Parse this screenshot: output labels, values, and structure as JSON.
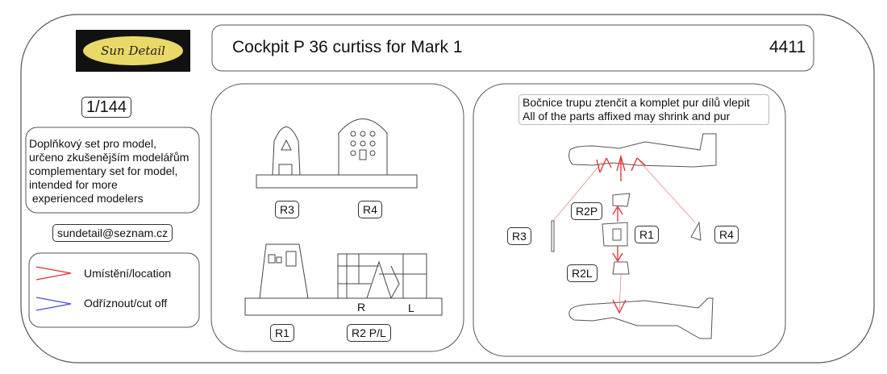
{
  "logo": {
    "text": "Sun Detail",
    "bg": "#111111",
    "plate": "#e9d968"
  },
  "header": {
    "title": "Cockpit P 36 curtiss for Mark 1",
    "code": "4411"
  },
  "scale": "1/144",
  "description": [
    "Doplňkový set pro model,",
    "určeno zkušenějším modelářům",
    "complementary set for model,",
    "intended for more",
    " experienced modelers"
  ],
  "email": "sundetail@seznam.cz",
  "legend": [
    {
      "label": "Umístění/location",
      "color": "#e03030",
      "icon": "red-arrow-icon"
    },
    {
      "label": "Odříznout/cut off",
      "color": "#4a4ae0",
      "icon": "blue-arrow-icon"
    }
  ],
  "fret": {
    "labels": {
      "r3": "R3",
      "r4": "R4",
      "r1": "R1",
      "r2": "R2 P/L"
    },
    "r2_marks": {
      "right": "R",
      "left": "L"
    }
  },
  "assembly": {
    "note": [
      "Bočnice trupu ztenčit a komplet pur dílů vlepit",
      "All of the parts affixed may shrink and pur"
    ],
    "labels": {
      "r2p": "R2P",
      "r1": "R1",
      "r3": "R3",
      "r4": "R4",
      "r2l": "R2L"
    }
  }
}
